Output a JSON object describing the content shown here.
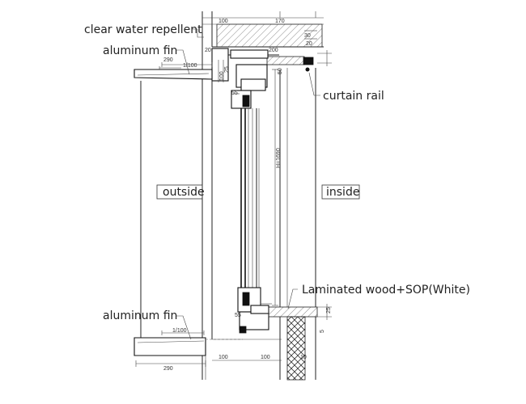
{
  "labels": {
    "clear_water_repellent": "clear water repellent",
    "aluminum_fin_top": "aluminum fin",
    "aluminum_fin_bottom": "aluminum fin",
    "curtain_rail": "curtain rail",
    "laminated_wood": "Laminated wood+SOP(White)",
    "outside": "outside",
    "inside": "inside"
  },
  "dimensions": {
    "top_100": "100",
    "top_170": "170",
    "top_20": "20",
    "top_200": "200",
    "top_50": "50",
    "right_30": "30",
    "right_20": "20",
    "fin_top_290": "290",
    "slope_top": "1/100",
    "left_v_100": "100",
    "left_v_25": "25",
    "left_v_20": "20",
    "top_55": "55",
    "height_h1690": "H=1690",
    "bottom_55": "55",
    "slope_bottom": "1/100",
    "bottom_100_a": "100",
    "bottom_100_b": "100",
    "bottom_10": "10",
    "bottom_290": "290",
    "right_bottom_25": "25",
    "right_bottom_5": "5"
  }
}
